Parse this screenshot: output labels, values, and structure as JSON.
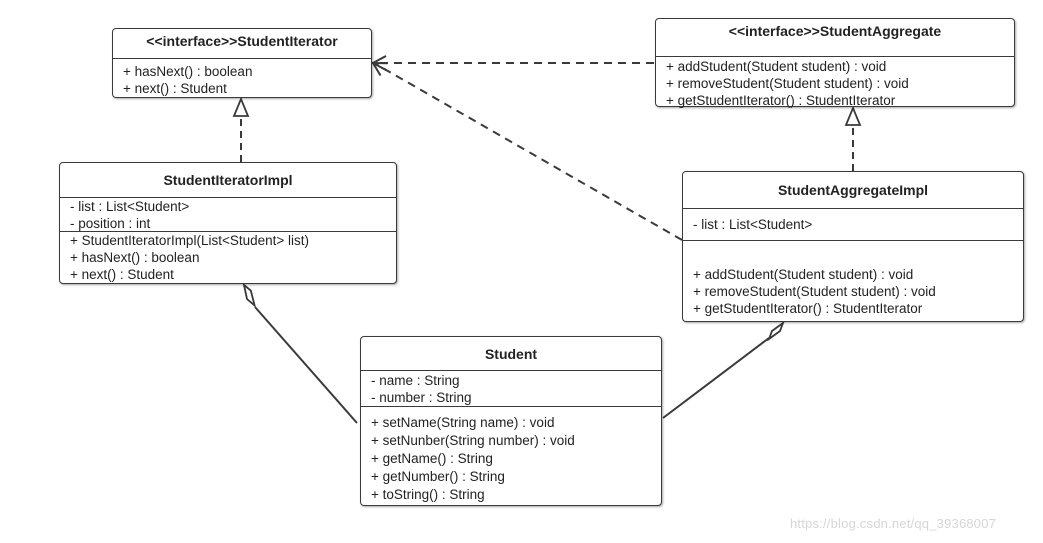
{
  "classes": {
    "student_iterator": {
      "title": "<<interface>>StudentIterator",
      "attributes": [],
      "methods": [
        "+ hasNext()   : boolean",
        "+ next() : Student"
      ]
    },
    "student_aggregate": {
      "title": "<<interface>>StudentAggregate",
      "attributes": [],
      "methods": [
        "+ addStudent(Student student) : void",
        "+ removeStudent(Student student) : void",
        "+ getStudentIterator() : StudentIterator"
      ]
    },
    "student_iterator_impl": {
      "title": "StudentIteratorImpl",
      "attributes": [
        "- list : List<Student>",
        "- position : int"
      ],
      "methods": [
        "+ StudentIteratorImpl(List<Student> list)",
        "+ hasNext()   : boolean",
        "+ next() : Student"
      ]
    },
    "student_aggregate_impl": {
      "title": "StudentAggregateImpl",
      "attributes": [
        "- list : List<Student>"
      ],
      "methods": [
        "+ addStudent(Student student) : void",
        "+ removeStudent(Student student) : void",
        "+ getStudentIterator() : StudentIterator"
      ]
    },
    "student": {
      "title": "Student",
      "attributes": [
        "- name : String",
        "- number : String"
      ],
      "methods": [
        "+ setName(String name) : void",
        "+ setNunber(String number) : void",
        "+ getName() : String",
        "+ getNumber() : String",
        "+ toString() : String"
      ]
    }
  },
  "relations": [
    {
      "type": "realization",
      "from": "student_iterator_impl",
      "to": "student_iterator"
    },
    {
      "type": "realization",
      "from": "student_aggregate_impl",
      "to": "student_aggregate"
    },
    {
      "type": "dependency",
      "from": "student_aggregate",
      "to": "student_iterator"
    },
    {
      "type": "dependency",
      "from": "student_aggregate_impl",
      "to": "student_iterator"
    },
    {
      "type": "aggregation",
      "from": "student",
      "to": "student_iterator_impl"
    },
    {
      "type": "aggregation",
      "from": "student",
      "to": "student_aggregate_impl"
    }
  ],
  "watermark": "https://blog.csdn.net/qq_39368007",
  "colors": {
    "line": "#3a3a3a",
    "background": "#ffffff",
    "watermark": "#d6d6d6"
  }
}
